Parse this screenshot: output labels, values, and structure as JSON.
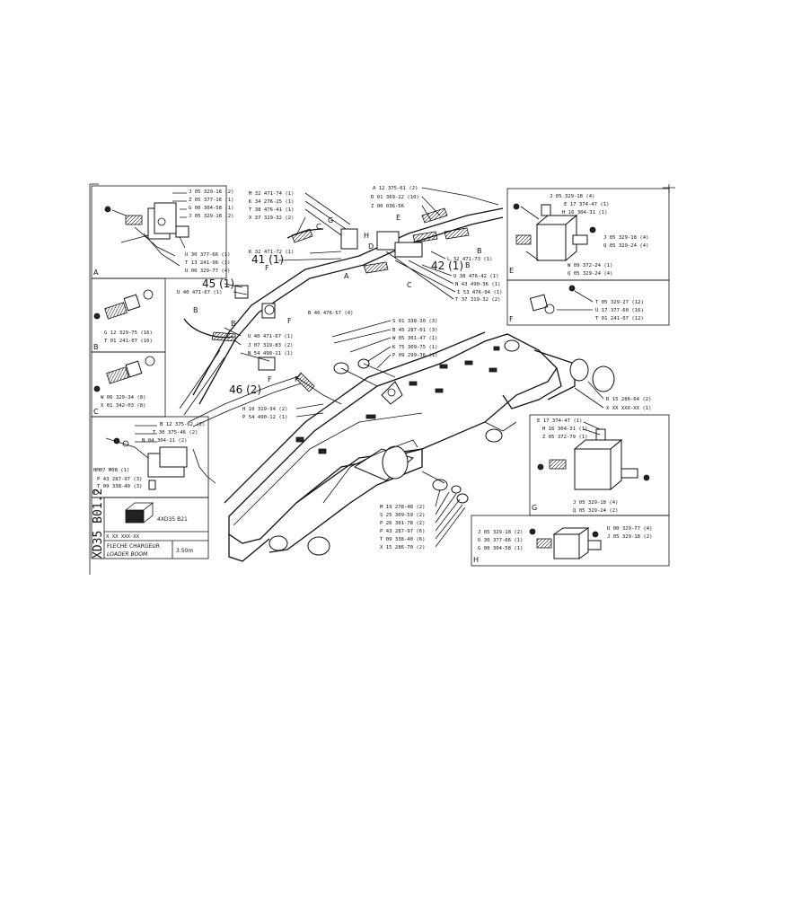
{
  "sheet": {
    "code": "XD35 B01.2",
    "title_fr": "FLECHE CHARGEUR",
    "title_en": "LOADER BOOM",
    "ref_line": "X XX XXX-XX",
    "size_note": "3.50m",
    "small_label": "4XD35 B21"
  },
  "sections": {
    "A": {
      "label": "A",
      "parts": [
        "J 05 329-18 (2)",
        "Z 05 377-16 (1)",
        "G 00 304-58 (1)",
        "J 05 329-18 (2)",
        "U 30 377-66 (1)",
        "T 13 241-96 (1)",
        "U 00 329-77 (4)"
      ]
    },
    "B": {
      "label": "B",
      "parts": [
        "G 12 329-75 (16)",
        "T 01 241-07 (16)"
      ]
    },
    "C": {
      "label": "C",
      "parts": [
        "W 06 329-34 (8)",
        "X 01 342-03 (8)"
      ]
    },
    "D": {
      "label": "D",
      "parts": [
        "B 12 375-62 (2)",
        "T 30 375-46 (2)",
        "N 04 304-11 (2)",
        "HM07 M08 (1)",
        "P 43 287-97 (3)",
        "T 09 338-40 (3)"
      ]
    },
    "E": {
      "label": "E",
      "parts": [
        "J 05 329-18 (4)",
        "E 17 374-47 (1)",
        "H 16 304-31 (1)",
        "J 05 329-18 (4)",
        "Q 05 329-24 (4)",
        "W 09 372-24 (1)",
        "Q 05 329-24 (4)"
      ]
    },
    "F": {
      "label": "F",
      "parts": [
        "T 05 329-27 (12)",
        "U 17 377-60 (16)",
        "T 01 241-07 (12)"
      ]
    },
    "G": {
      "label": "G",
      "parts": [
        "E 17 374-47 (1)",
        "H 16 304-31 (1)",
        "Z 05 372-79 (1)",
        "J 05 329-18 (4)",
        "Q 05 329-24 (2)"
      ]
    },
    "H": {
      "label": "H",
      "parts": [
        "J 05 329-18 (2)",
        "U 30 377-66 (1)",
        "G 00 304-58 (1)",
        "U 00 329-77 (4)",
        "J 05 329-18 (2)"
      ]
    }
  },
  "callouts_top": [
    "A 12 375-61 (2)",
    "D 01 369-22 (10)",
    "Z 00 036-56"
  ],
  "callouts_left_top": [
    "M 32 471-74 (1)",
    "K 34 276-25 (1)",
    "T 38 476-41 (1)",
    "X 37 319-32 (2)"
  ],
  "callouts_right_mid": [
    "L 32 471-73 (1)",
    "U 38 476-42 (1)",
    "N 43 490-36 (1)",
    "I 53 476-94 (1)",
    "T 37 319-32 (2)"
  ],
  "callouts_center": [
    "K 32 471-72 (1)",
    "41 (1)",
    "42 (1)",
    "U 40 471-67 (1)",
    "45 (1)",
    "B 46 476-57 (4)"
  ],
  "callouts_mid": [
    "U 40 471-67 (1)",
    "J 07 319-83 (2)",
    "N 54 490-11 (1)",
    "46 (2)",
    "H 10 319-94 (2)",
    "P 54 490-12 (1)"
  ],
  "callouts_pin": [
    "S 01 338-30 (3)",
    "B 45 287-01 (3)",
    "W 05 301-47 (1)",
    "K 75 309-75 (1)",
    "P 09 299-36 (1)"
  ],
  "callouts_right": [
    "R 15 286-64 (2)",
    "X XX XXX-XX (1)"
  ],
  "callouts_bottom": [
    "M 19 278-48 (2)",
    "S 25 309-59 (2)",
    "P 26 301-78 (2)",
    "P 43 287-97 (6)",
    "T 09 338-40 (6)",
    "X 15 286-70 (2)"
  ],
  "letters": {
    "g": "G",
    "h": "H",
    "d": "D",
    "c": "C",
    "a": "A",
    "b": "B",
    "f": "F",
    "e": "E"
  }
}
